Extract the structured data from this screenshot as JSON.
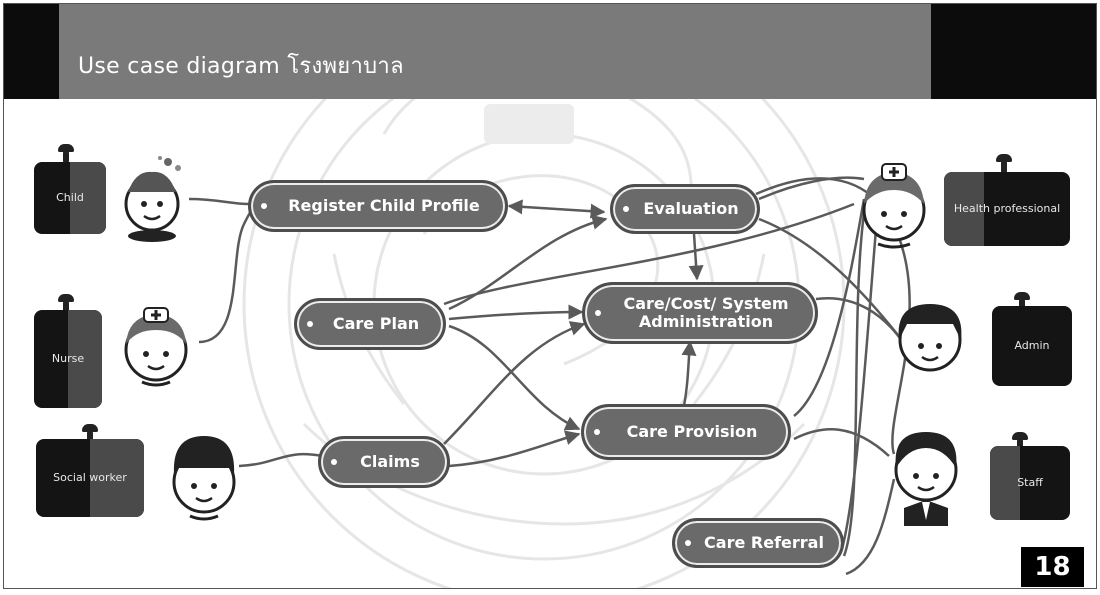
{
  "slide": {
    "title": "Use case diagram โรงพยาบาล",
    "page_number": "18"
  },
  "actors": {
    "left": [
      {
        "id": "actor-1",
        "label": "Child"
      },
      {
        "id": "actor-2",
        "label": "Nurse"
      },
      {
        "id": "actor-3",
        "label": "Social worker"
      }
    ],
    "right": [
      {
        "id": "actor-4",
        "label": "Health professional"
      },
      {
        "id": "actor-5",
        "label": "Admin"
      },
      {
        "id": "actor-6",
        "label": "Staff"
      }
    ]
  },
  "use_cases": {
    "register": "Register Child Profile",
    "evaluation": "Evaluation",
    "care_plan": "Care Plan",
    "admin_line1": "Care/Cost/ System",
    "admin_line2": "Administration",
    "claims": "Claims",
    "care_provision": "Care Provision",
    "care_referral": "Care Referral"
  },
  "colors": {
    "pill": "#6a6a6a",
    "connector": "#5a5a5a",
    "titlebar": "#7a7a7a"
  }
}
